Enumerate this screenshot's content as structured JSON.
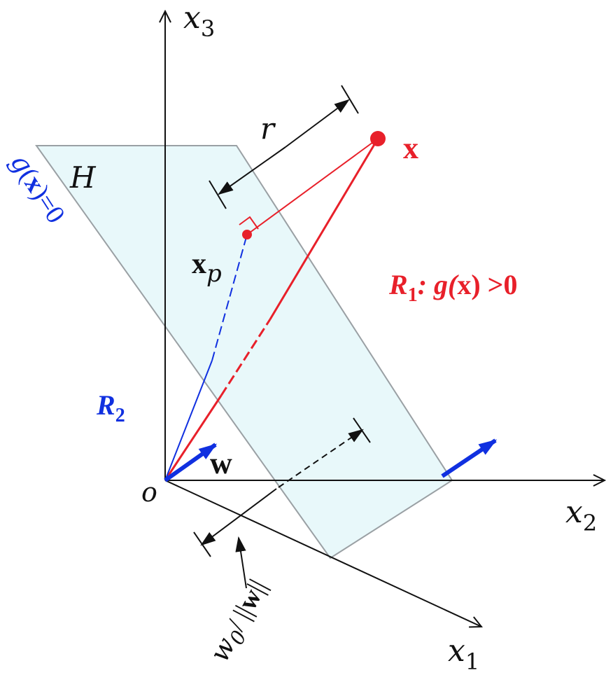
{
  "labels": {
    "x3_base": "x",
    "x3_sub": "3",
    "x2_base": "x",
    "x2_sub": "2",
    "x1_base": "x",
    "x1_sub": "1",
    "origin": "o",
    "plane": "H",
    "distance_r": "r",
    "point_x": "x",
    "point_xp_base": "x",
    "point_xp_sub": "p",
    "boundary_g": "g",
    "boundary_open": "(",
    "boundary_x": "x",
    "boundary_rest": ")=0",
    "region1_base": "R",
    "region1_sub": "1",
    "region1_cond_pre": ":  g(",
    "region1_cond_x": "x",
    "region1_cond_post": ") >0",
    "region2_base": "R",
    "region2_sub": "2",
    "weight": "w",
    "offset_w0_base": "w",
    "offset_w0_sub": "0",
    "offset_slash": "/",
    "offset_norm_open": "||",
    "offset_norm_w": "w",
    "offset_norm_close": "||"
  },
  "colors": {
    "red": "#e8202a",
    "blue": "#1030e0",
    "black": "#111111",
    "plane_fill": "#e8f8fa",
    "plane_stroke": "#9aa0a4"
  }
}
